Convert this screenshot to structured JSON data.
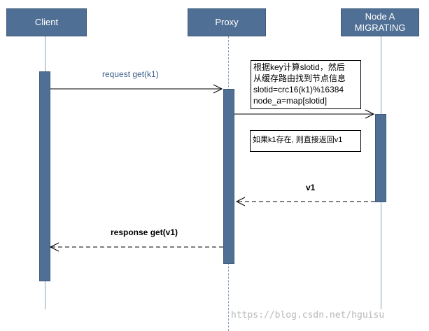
{
  "participants": {
    "client": "Client",
    "proxy": "Proxy",
    "node_a_line1": "Node A",
    "node_a_line2": "MIGRATING"
  },
  "messages": {
    "request": "request get(k1)",
    "reply_v1": "v1",
    "response": "response get(v1)"
  },
  "notes": {
    "compute_lines": [
      "根据key计算slotid，然后",
      "从缓存路由找到节点信息",
      "slotid=crc16(k1)%16384",
      "node_a=map[slotid]"
    ],
    "exists": "如果k1存在, 则直接返回v1"
  },
  "watermark": "https://blog.csdn.net/hguisu",
  "colors": {
    "box_fill": "#4f6f94",
    "lifeline": "#8aa1bd",
    "request_label": "#3b5f8a"
  }
}
